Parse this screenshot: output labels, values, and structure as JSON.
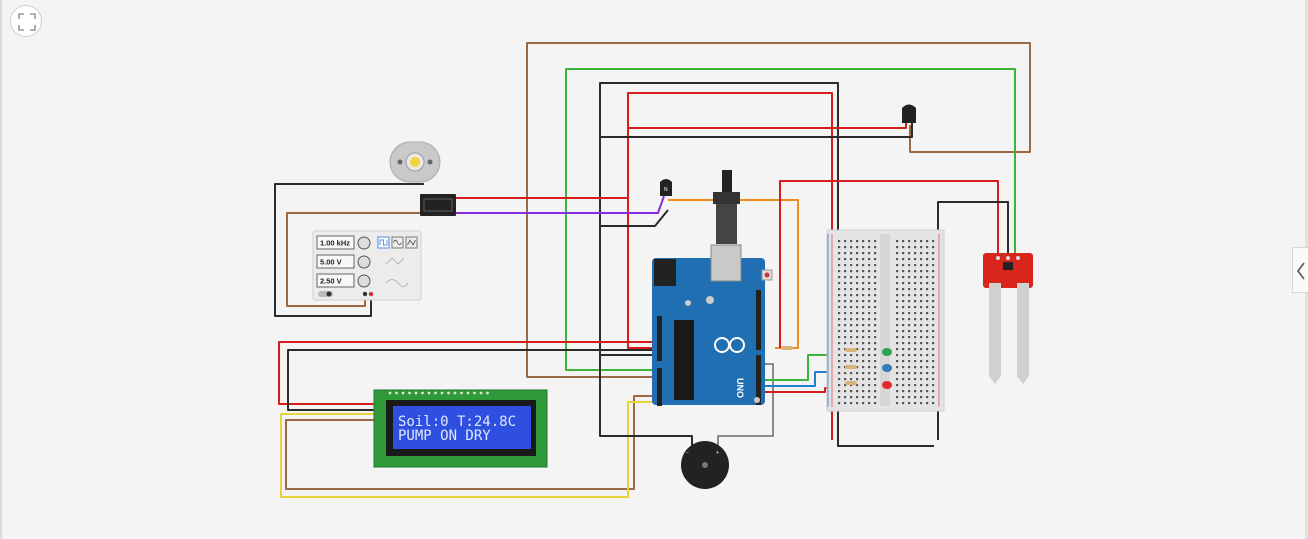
{
  "ui": {
    "fullscreen_icon": "fullscreen-expand-icon",
    "panel_toggle_icon": "chevron-left-icon"
  },
  "lcd": {
    "line1": "Soil:0 T:24.8C",
    "line2": "PUMP ON  DRY"
  },
  "function_generator": {
    "frequency": "1.00 kHz",
    "amplitude": "5.00 V",
    "dc_offset": "2.50 V"
  },
  "arduino": {
    "logo_text": "UNO"
  },
  "colors": {
    "canvas": "#f4f4f4",
    "arduino_board": "#1f6fb2",
    "breadboard": "#e6e6e6",
    "lcd_screen": "#2f4fe0",
    "lcd_pcb": "#2e9a3a",
    "sensor_board": "#d9261c",
    "wire_red": "#d81c1c",
    "wire_black": "#2b2b2b",
    "wire_brown": "#9b6a44",
    "wire_green": "#3cb43c",
    "wire_purple": "#8a2be2",
    "wire_orange": "#f08a1c",
    "wire_yellow": "#e8d43a",
    "wire_blue": "#1e7fd6",
    "wire_gray": "#8a8a8a"
  }
}
